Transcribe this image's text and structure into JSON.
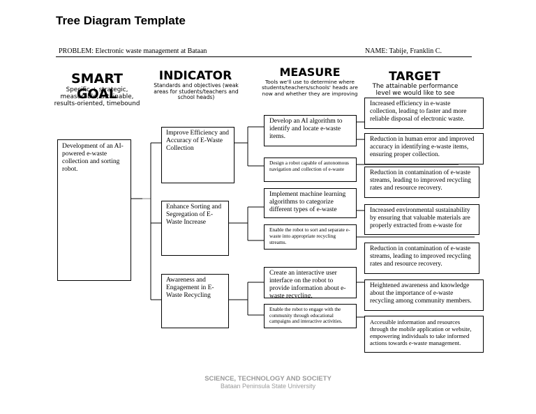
{
  "title": "Tree Diagram Template",
  "problem": "PROBLEM: Electronic waste management at Bataan",
  "name": "NAME: Tabije, Franklin C.",
  "columns": {
    "smart_goal": {
      "heading": "SMART GOAL",
      "subtitle": "Specific + strategic, measurable, attainable, results-oriented, timebound"
    },
    "indicator": {
      "heading": "INDICATOR",
      "subtitle": "Standards and objectives (weak areas for students/teachers and school heads)"
    },
    "measure": {
      "heading": "MEASURE",
      "subtitle": "Tools we'll use to determine where students/teachers/schools' heads are now and whether they are improving"
    },
    "target": {
      "heading": "TARGET",
      "subtitle": "The attainable performance level we would like to see"
    }
  },
  "goal": "Development of an AI-powered e-waste collection and sorting robot.",
  "indicators": [
    "Improve Efficiency and Accuracy of E-Waste Collection",
    "Enhance Sorting and Segregation of E-Waste Increase",
    "Awareness and Engagement in E-Waste Recycling"
  ],
  "measures": [
    "Develop an AI algorithm to identify and locate e-waste items.",
    "Design a robot capable of autonomous navigation and collection of e-waste",
    "Implement machine learning algorithms to categorize different types of e-waste",
    "Enable the robot to sort and separate e-waste into appropriate recycling streams.",
    "Create an interactive user interface on the robot to provide information about e-waste recycling.",
    "Enable the robot to engage with the community through educational campaigns and interactive activities."
  ],
  "targets": [
    "Increased efficiency in e-waste collection, leading to faster and more reliable disposal of electronic waste.",
    "Reduction in human error and improved accuracy in identifying e-waste items, ensuring proper collection.",
    "Reduction in contamination of e-waste streams, leading to improved recycling rates and resource recovery.",
    "Increased environmental sustainability by ensuring that valuable materials are properly extracted from e-waste for",
    "Reduction in contamination of e-waste streams, leading to improved recycling rates and resource recovery.",
    "Heightened awareness and knowledge about the importance of e-waste recycling among community members.",
    "Accessible information and resources through the mobile application or website, empowering individuals to take informed actions towards e-waste management."
  ],
  "footer": {
    "line1": "SCIENCE, TECHNOLOGY AND SOCIETY",
    "line2": "Bataan Peninsula State University"
  }
}
